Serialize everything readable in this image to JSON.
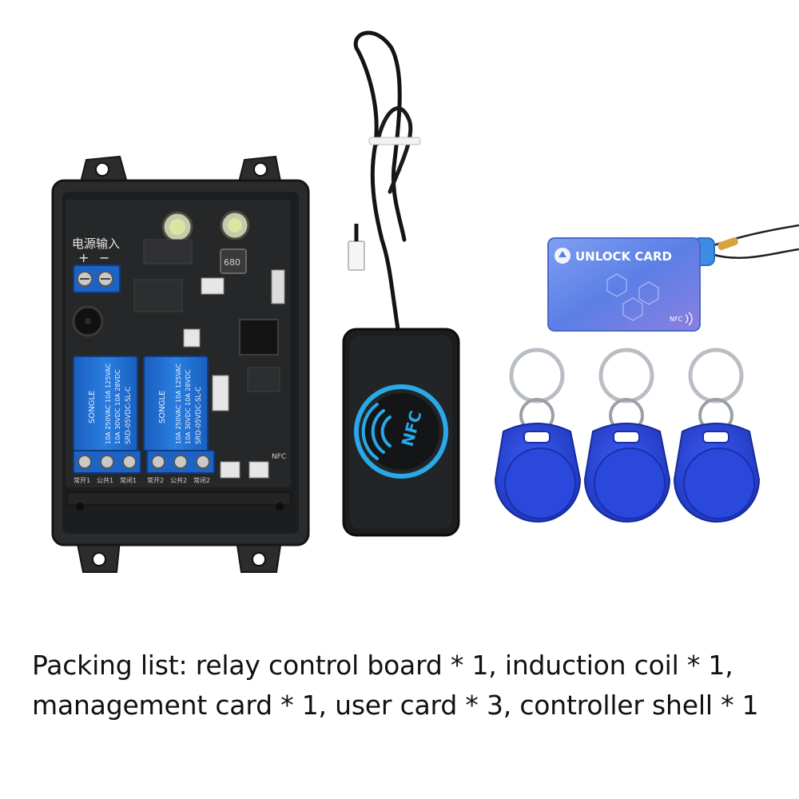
{
  "board": {
    "power_label": "电源输入",
    "plus": "+",
    "minus": "−",
    "inductor_code": "680",
    "relay_brand": "SONGLE",
    "relay_model": "SRD-05VDC-SL-C",
    "relay_rating_1": "10A 250VAC 10A 125VAC",
    "relay_rating_2": "10A 30VDC 10A 28VDC",
    "terminal_labels": [
      "常开1",
      "公共1",
      "常闭1",
      "常开2",
      "公共2",
      "常闭2"
    ],
    "nfc_port_label": "NFC"
  },
  "reader": {
    "logo_text": "NFC"
  },
  "card": {
    "title": "UNLOCK CARD",
    "nfc_mark": "NFC"
  },
  "caption": {
    "line1": "Packing list: relay control board * 1, induction coil * 1,",
    "line2": "management card * 1, user card * 3, controller shell * 1"
  },
  "colors": {
    "enclosure": "#2a2b2d",
    "pcb": "#262728",
    "relay_blue": "#1f6fd1",
    "reader_ring": "#2aa8e8",
    "fob_blue": "#2546d6",
    "card_blue": "#5b7fe6"
  }
}
